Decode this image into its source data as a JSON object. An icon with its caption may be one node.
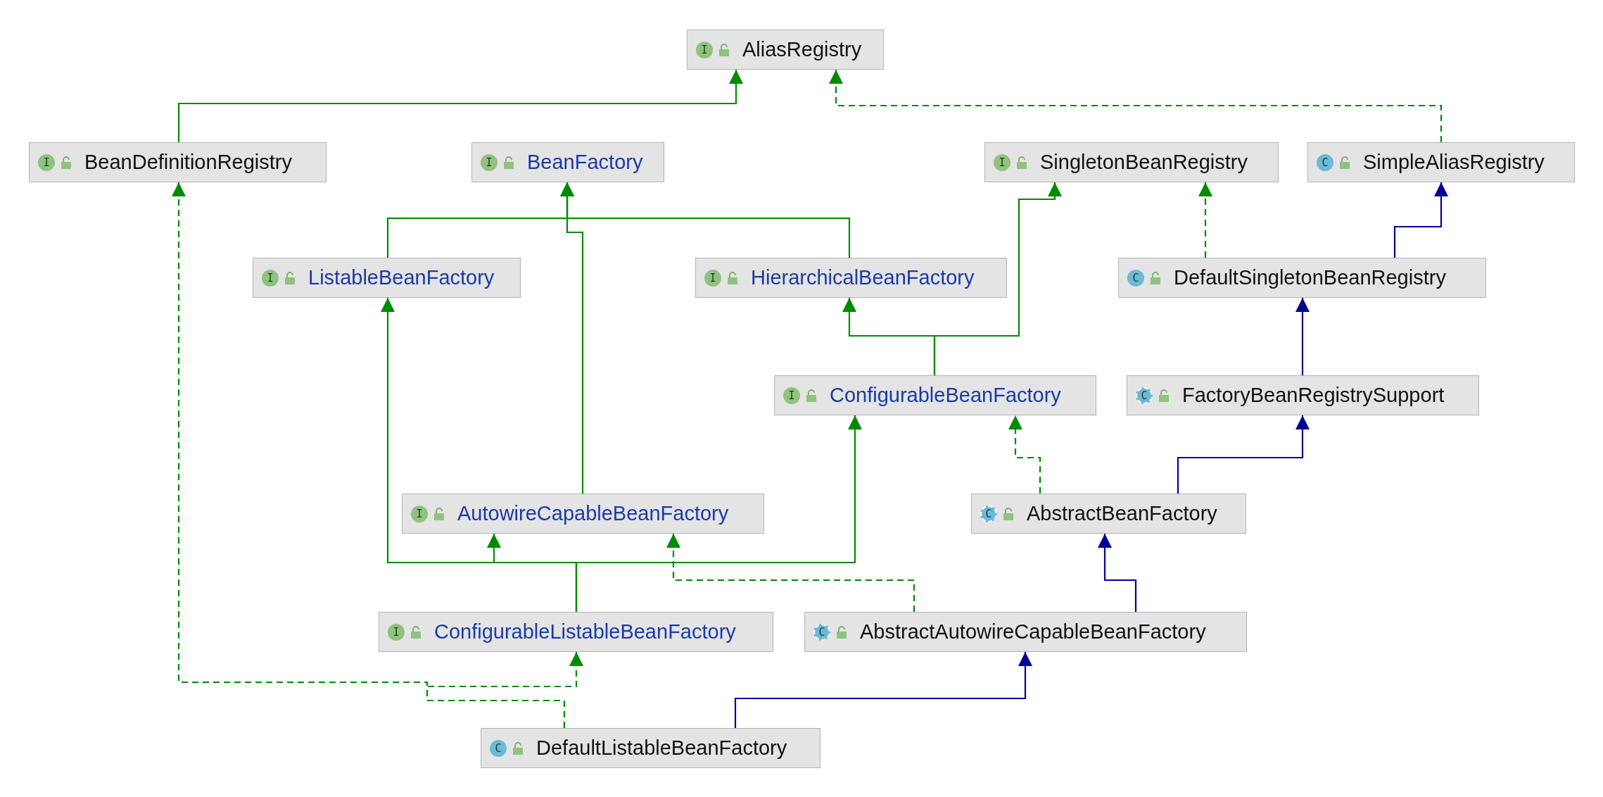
{
  "diagram": {
    "nodes": [
      {
        "text": [
          "I",
          "AliasRegistry"
        ]
      },
      {
        "text": [
          "I",
          "BeanDefinitionRegistry"
        ]
      },
      {
        "text": [
          "I",
          "BeanFactory"
        ]
      },
      {
        "text": [
          "I",
          "SingletonBeanRegistry"
        ]
      },
      {
        "text": [
          "C",
          "SimpleAliasRegistry"
        ]
      },
      {
        "text": [
          "I",
          "ListableBeanFactory"
        ]
      },
      {
        "text": [
          "I",
          "HierarchicalBeanFactory"
        ]
      },
      {
        "text": [
          "C",
          "DefaultSingletonBeanRegistry"
        ]
      },
      {
        "text": [
          "I",
          "ConfigurableBeanFactory"
        ]
      },
      {
        "text": [
          "C",
          "FactoryBeanRegistrySupport"
        ]
      },
      {
        "text": [
          "I",
          "AutowireCapableBeanFactory"
        ]
      },
      {
        "text": [
          "C",
          "AbstractBeanFactory"
        ]
      },
      {
        "text": [
          "I",
          "ConfigurableListableBeanFactory"
        ]
      },
      {
        "text": [
          "C",
          "AbstractAutowireCapableBeanFactory"
        ]
      },
      {
        "text": [
          "C",
          "DefaultListableBeanFactory"
        ]
      }
    ],
    "edges": [
      {
        "from": 1,
        "to": 0,
        "arrow": "to"
      },
      {
        "from": 4,
        "to": 0,
        "arrow": "to",
        "style": "dashed"
      },
      {
        "from": 5,
        "to": 2,
        "arrow": "to"
      },
      {
        "from": 6,
        "to": 2,
        "arrow": "to"
      },
      {
        "from": 10,
        "to": 2,
        "arrow": "to"
      },
      {
        "from": 7,
        "to": 3,
        "arrow": "to",
        "style": "dashed"
      },
      {
        "from": 7,
        "to": 4,
        "arrow": "to",
        "color": "#000099"
      },
      {
        "from": 8,
        "to": 6,
        "arrow": "to"
      },
      {
        "from": 8,
        "to": 3,
        "arrow": "to"
      },
      {
        "from": 9,
        "to": 7,
        "arrow": "to",
        "color": "#000099"
      },
      {
        "from": 11,
        "to": 8,
        "arrow": "to",
        "style": "dashed"
      },
      {
        "from": 11,
        "to": 9,
        "arrow": "to",
        "color": "#000099"
      },
      {
        "from": 12,
        "to": 5,
        "arrow": "to"
      },
      {
        "from": 12,
        "to": 10,
        "arrow": "to"
      },
      {
        "from": 12,
        "to": 8,
        "arrow": "to"
      },
      {
        "from": 13,
        "to": 10,
        "arrow": "to",
        "style": "dashed"
      },
      {
        "from": 13,
        "to": 11,
        "arrow": "to",
        "color": "#000099"
      },
      {
        "from": 14,
        "to": 12,
        "arrow": "to",
        "style": "dashed"
      },
      {
        "from": 14,
        "to": 1,
        "arrow": "to",
        "style": "dashed"
      },
      {
        "from": 14,
        "to": 13,
        "arrow": "to",
        "color": "#000099"
      }
    ]
  }
}
